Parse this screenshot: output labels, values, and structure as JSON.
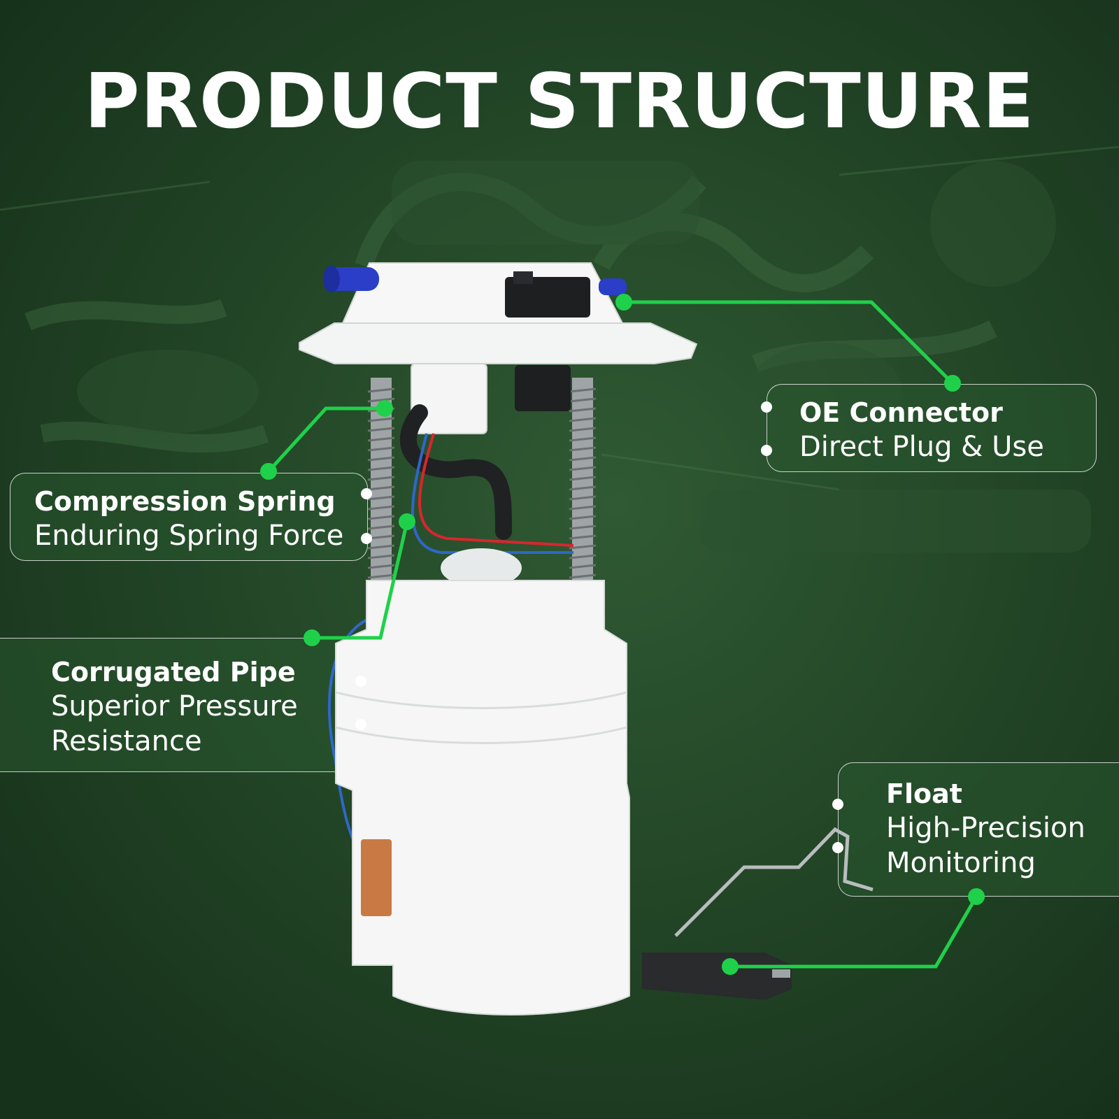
{
  "title": "PRODUCT STRUCTURE",
  "colors": {
    "background": "#1c3a20",
    "accent": "#1fd14a",
    "text": "#ffffff"
  },
  "callouts": [
    {
      "heading": "OE Connector",
      "lines": [
        "Direct Plug & Use"
      ]
    },
    {
      "heading": "Compression Spring",
      "lines": [
        "Enduring Spring Force"
      ]
    },
    {
      "heading": "Corrugated Pipe",
      "lines": [
        "Superior Pressure",
        "Resistance"
      ]
    },
    {
      "heading": "Float",
      "lines": [
        "High-Precision",
        "Monitoring"
      ]
    }
  ]
}
